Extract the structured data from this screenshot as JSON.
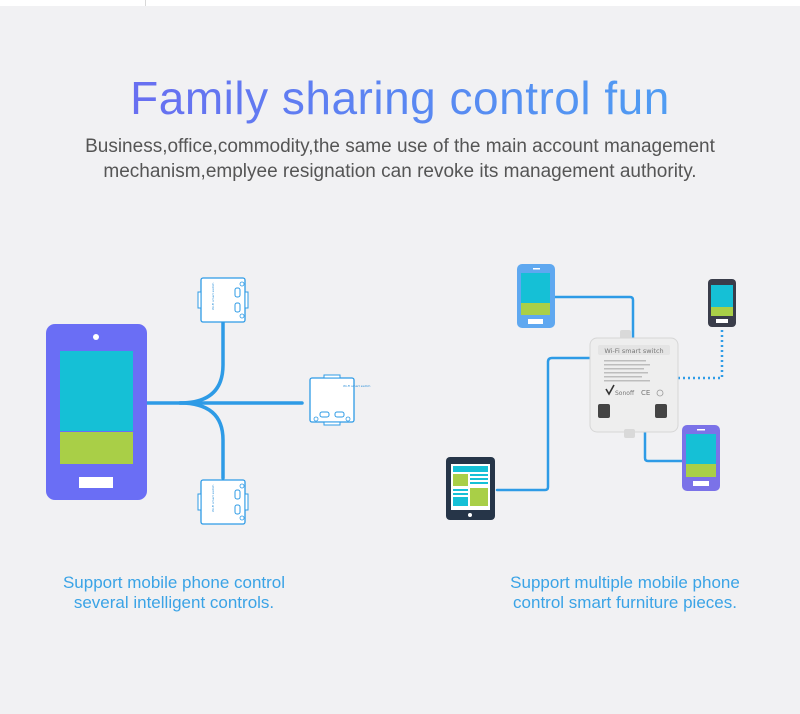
{
  "header": {
    "title": "Family sharing control fun",
    "subtitle_lines": [
      "Business,office,commodity,the same use of the main account management",
      "mechanism,emplyee resignation can revoke its management authority."
    ]
  },
  "left_panel": {
    "caption_lines": [
      "Support mobile phone control",
      "several intelligent controls."
    ],
    "switch_label": "Wi-Fi smart switch"
  },
  "right_panel": {
    "caption_lines": [
      "Support multiple mobile phone",
      "control smart furniture pieces."
    ],
    "device_title": "Wi-Fi smart switch",
    "device_brand": "Sonoff",
    "device_mark": "CE"
  },
  "colors": {
    "title_start": "#6f63f0",
    "title_end": "#4aa7f3",
    "subtitle": "#555555",
    "caption": "#3aa3e6",
    "line": "#2e9be6",
    "phone_body": "#6a6ef5",
    "screen_cyan": "#15c0d6",
    "screen_green": "#a9cf47",
    "background": "#f1f1f3"
  }
}
